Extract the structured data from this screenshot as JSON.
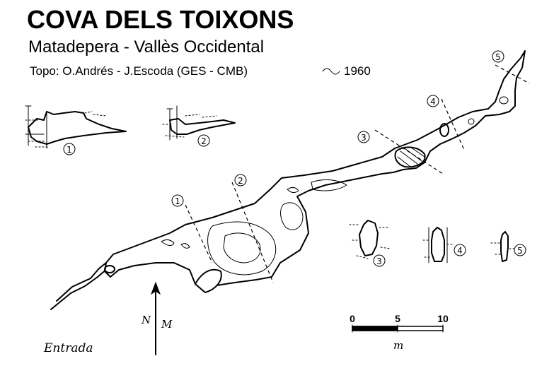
{
  "header": {
    "title": "COVA DELS TOIXONS",
    "subtitle": "Matadepera - Vallès Occidental",
    "credit_prefix": "Topo: O.Andrés - J.Escoda (GES - CMB)",
    "credit_year": "1960"
  },
  "sections": [
    {
      "id": "1",
      "label": "1"
    },
    {
      "id": "2",
      "label": "2"
    },
    {
      "id": "3",
      "label": "3"
    },
    {
      "id": "4",
      "label": "4"
    },
    {
      "id": "5",
      "label": "5"
    }
  ],
  "entrance_label": "Entrada",
  "north": {
    "label_n": "N",
    "label_m": "M"
  },
  "scale": {
    "ticks": [
      "0",
      "5",
      "10"
    ],
    "unit": "m"
  },
  "icons": {
    "north_arrow": "north-arrow-icon",
    "scale_bar": "scale-bar-icon"
  }
}
